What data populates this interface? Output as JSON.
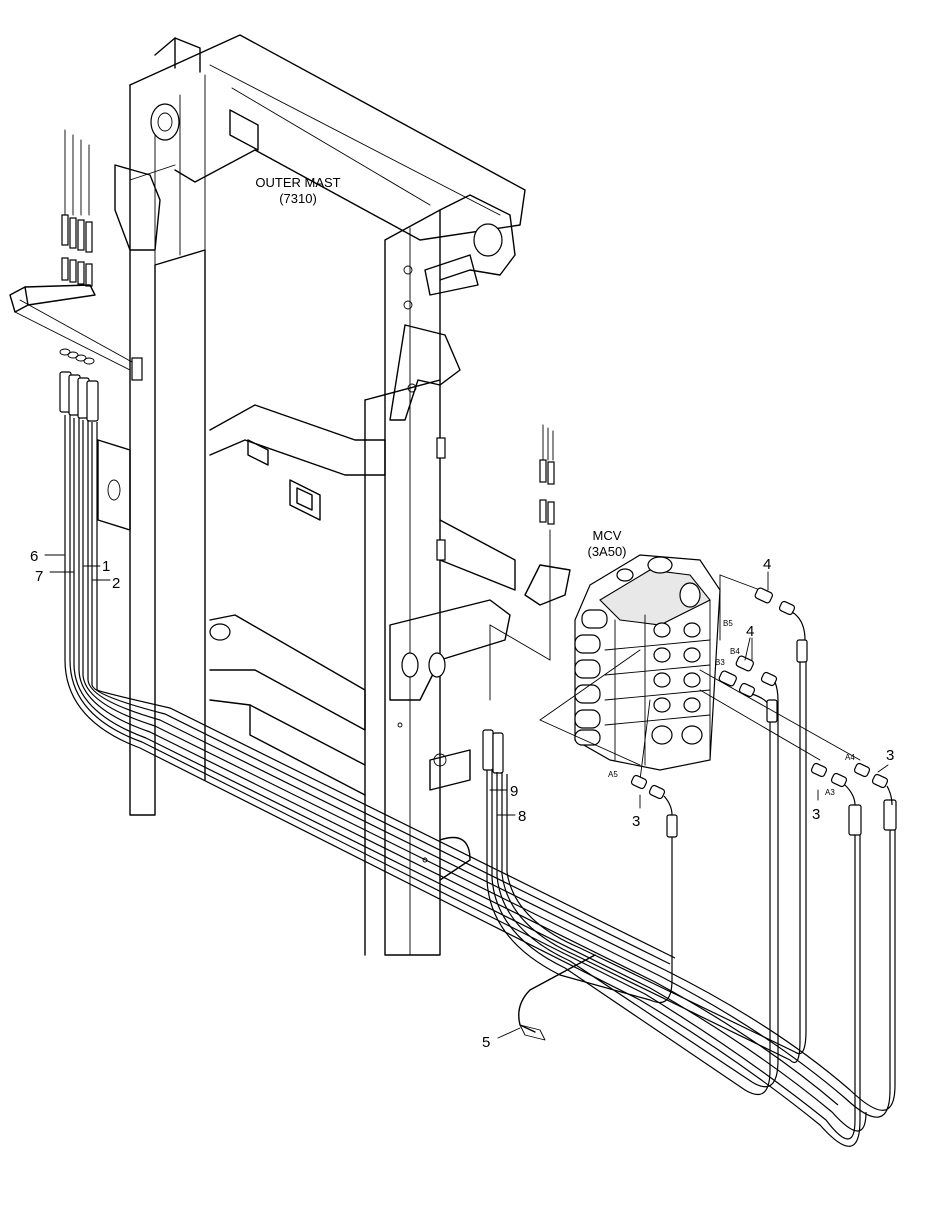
{
  "diagram": {
    "title_lines": [
      "OUTER MAST",
      "(7310)"
    ],
    "mcv_lines": [
      "MCV",
      "(3A50)"
    ],
    "callouts": [
      "1",
      "2",
      "3",
      "4",
      "5",
      "6",
      "7",
      "8",
      "9"
    ],
    "port_labels": [
      "A3",
      "A4",
      "A5",
      "B3",
      "B4",
      "B5"
    ]
  }
}
